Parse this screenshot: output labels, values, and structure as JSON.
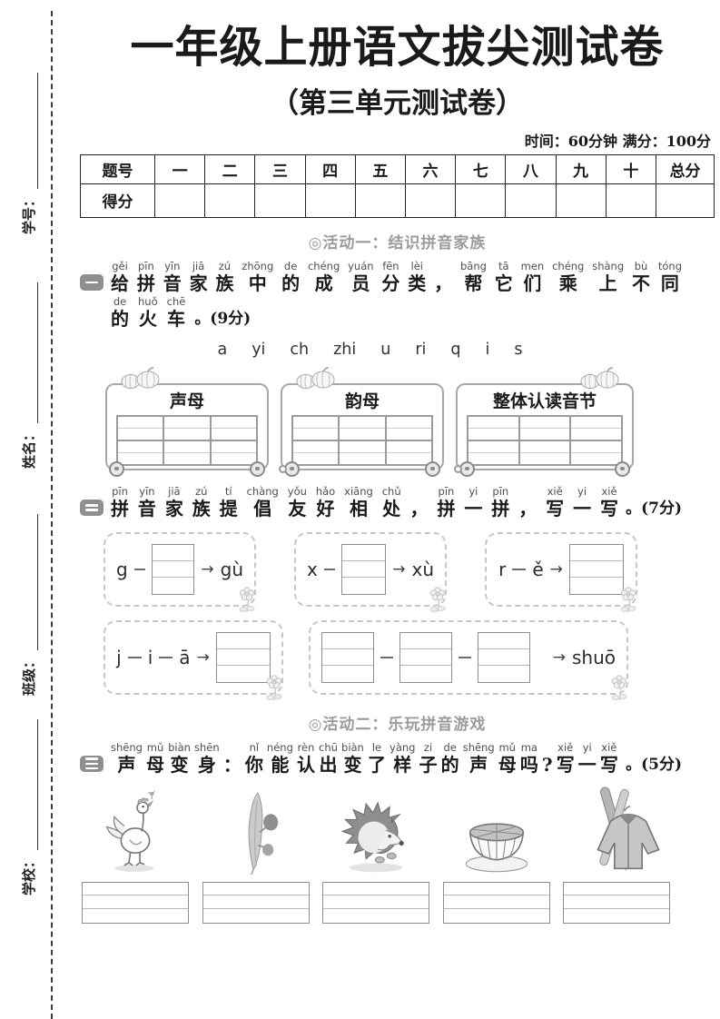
{
  "header": {
    "title": "一年级上册语文拔尖测试卷",
    "subtitle": "（第三单元测试卷）",
    "time_score": "时间：60分钟  满分：100分"
  },
  "sidebar": {
    "fields": [
      {
        "label": "学号："
      },
      {
        "label": "姓名："
      },
      {
        "label": "班级："
      },
      {
        "label": "学校："
      }
    ]
  },
  "score_table": {
    "columns": [
      "题号",
      "一",
      "二",
      "三",
      "四",
      "五",
      "六",
      "七",
      "八",
      "九",
      "十",
      "总分"
    ],
    "row_label": "得分"
  },
  "activities": {
    "a1": "◎活动一：结识拼音家族",
    "a2": "◎活动二：乐玩拼音游戏"
  },
  "q1": {
    "number": "一",
    "bars": 1,
    "line1": [
      [
        "gěi",
        "给"
      ],
      [
        "pīn",
        "拼"
      ],
      [
        "yīn",
        "音"
      ],
      [
        "jiā",
        "家"
      ],
      [
        "zú",
        "族"
      ],
      [
        "zhōng",
        "中"
      ],
      [
        "de",
        "的"
      ],
      [
        "chéng",
        "成"
      ],
      [
        "yuán",
        "员"
      ],
      [
        "fēn",
        "分"
      ],
      [
        "lèi",
        "类"
      ],
      [
        "",
        "，"
      ],
      [
        "bāng",
        "帮"
      ],
      [
        "tā",
        "它"
      ],
      [
        "men",
        "们"
      ],
      [
        "chéng",
        "乘"
      ],
      [
        "shàng",
        "上"
      ],
      [
        "bù",
        "不"
      ],
      [
        "tóng",
        "同"
      ]
    ],
    "line2": [
      [
        "de",
        "的"
      ],
      [
        "huǒ",
        "火"
      ],
      [
        "chē",
        "车"
      ]
    ],
    "line2_tail": "。(9分)",
    "letters": [
      "a",
      "yi",
      "ch",
      "zhi",
      "u",
      "ri",
      "q",
      "i",
      "s"
    ],
    "train_cars": [
      {
        "label": "声母"
      },
      {
        "label": "韵母"
      },
      {
        "label": "整体认读音节"
      }
    ]
  },
  "q2": {
    "number": "二",
    "bars": 2,
    "line": [
      [
        "pīn",
        "拼"
      ],
      [
        "yīn",
        "音"
      ],
      [
        "jiā",
        "家"
      ],
      [
        "zú",
        "族"
      ],
      [
        "tí",
        "提"
      ],
      [
        "chàng",
        "倡"
      ],
      [
        "yǒu",
        "友"
      ],
      [
        "hǎo",
        "好"
      ],
      [
        "xiāng",
        "相"
      ],
      [
        "chǔ",
        "处"
      ],
      [
        "",
        "，"
      ],
      [
        "pīn",
        "拼"
      ],
      [
        "yi",
        "一"
      ],
      [
        "pīn",
        "拼"
      ],
      [
        "",
        "，"
      ],
      [
        "xiě",
        "写"
      ],
      [
        "yi",
        "一"
      ],
      [
        "xiě",
        "写"
      ]
    ],
    "line_tail": "。(7分)",
    "ex1": {
      "start": "g",
      "result": "gù"
    },
    "ex2": {
      "start": "x",
      "result": "xù"
    },
    "ex3": {
      "a": "r",
      "b": "ě"
    },
    "ex4": {
      "a": "j",
      "b": "i",
      "c": "ā"
    },
    "ex5": {
      "result": "shuō"
    }
  },
  "q3": {
    "number": "三",
    "bars": 3,
    "line": [
      [
        "shēng",
        "声"
      ],
      [
        "mǔ",
        "母"
      ],
      [
        "biàn",
        "变"
      ],
      [
        "shēn",
        "身"
      ],
      [
        "",
        "："
      ],
      [
        "nǐ",
        "你"
      ],
      [
        "néng",
        "能"
      ],
      [
        "rèn",
        "认"
      ],
      [
        "chū",
        "出"
      ],
      [
        "biàn",
        "变"
      ],
      [
        "le",
        "了"
      ],
      [
        "yàng",
        "样"
      ],
      [
        "zi",
        "子"
      ],
      [
        "de",
        "的"
      ],
      [
        "shēng",
        "声"
      ],
      [
        "mǔ",
        "母"
      ],
      [
        "ma",
        "吗"
      ],
      [
        "",
        "?"
      ],
      [
        "xiě",
        "写"
      ],
      [
        "yi",
        "一"
      ],
      [
        "xiě",
        "写"
      ]
    ],
    "line_tail": "。(5分)",
    "images": [
      "rooster-looking-at-insect",
      "sprout-plant",
      "hedgehog",
      "melon-in-bowl",
      "coat-with-crossed-skis"
    ]
  }
}
